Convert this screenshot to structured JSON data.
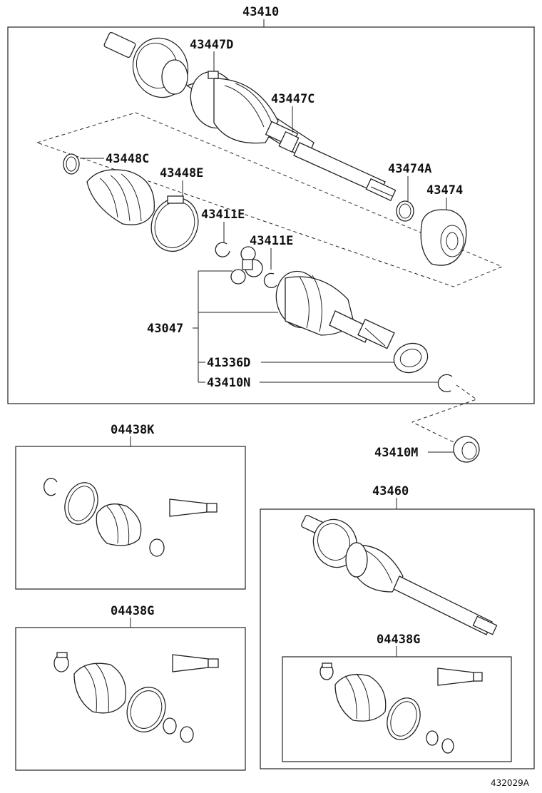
{
  "labels": {
    "p43410": "43410",
    "p43447d": "43447D",
    "p43447c": "43447C",
    "p43448c": "43448C",
    "p43448e": "43448E",
    "p43474a": "43474A",
    "p43474": "43474",
    "p43411e_1": "43411E",
    "p43411e_2": "43411E",
    "p43047": "43047",
    "p41336d": "41336D",
    "p43410n": "43410N",
    "p43410m": "43410M",
    "p04438k": "04438K",
    "p04438g_1": "04438G",
    "p43460": "43460",
    "p04438g_2": "04438G"
  },
  "diagram_ref": "432029A"
}
